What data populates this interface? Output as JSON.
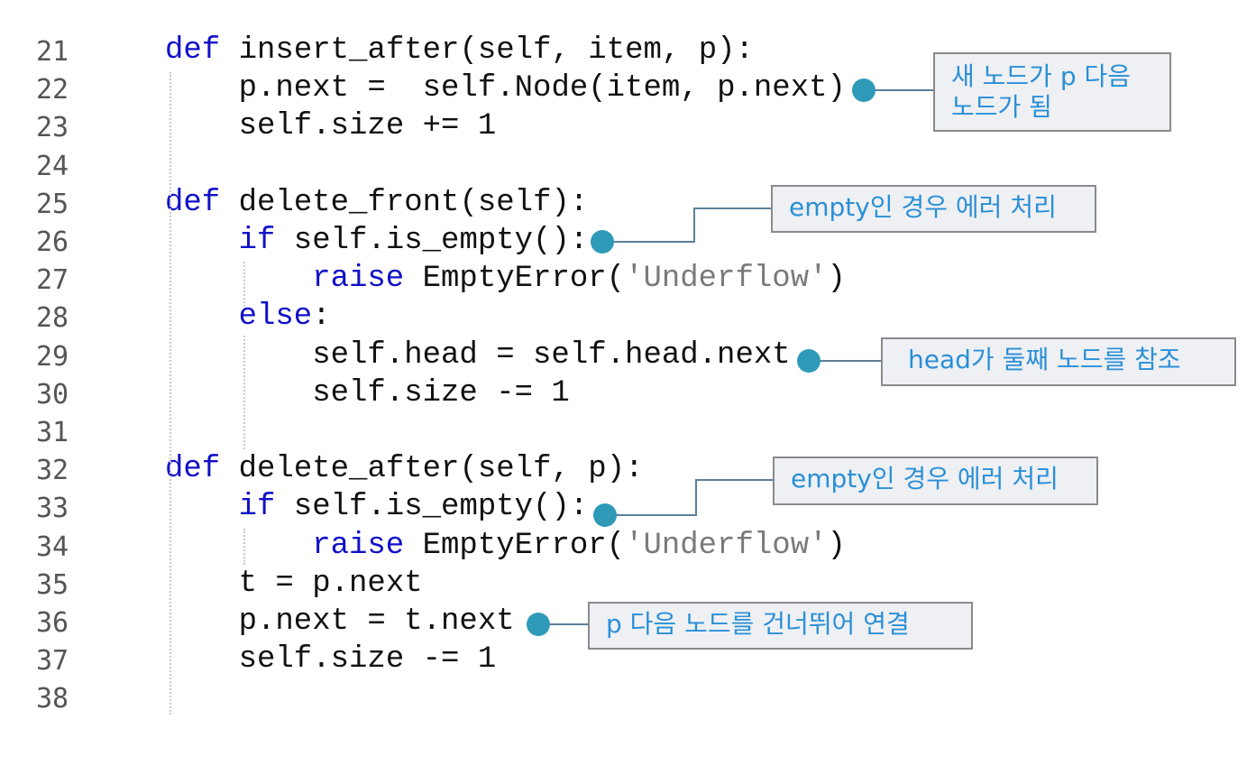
{
  "colors": {
    "keyword": "#1010c8",
    "string": "#7a7a7a",
    "callout_text": "#2a8fd6",
    "dot": "#2e9ab8"
  },
  "lines": [
    {
      "num": "21",
      "indent": 1,
      "tokens": [
        {
          "t": "def",
          "k": "kw"
        },
        {
          "t": " insert_after(self, item, p):",
          "k": ""
        }
      ]
    },
    {
      "num": "22",
      "indent": 2,
      "tokens": [
        {
          "t": "p.next =  self.Node(item, p.next)",
          "k": ""
        }
      ]
    },
    {
      "num": "23",
      "indent": 2,
      "tokens": [
        {
          "t": "self.size += 1",
          "k": ""
        }
      ]
    },
    {
      "num": "24",
      "indent": 0,
      "tokens": []
    },
    {
      "num": "25",
      "indent": 1,
      "tokens": [
        {
          "t": "def",
          "k": "kw"
        },
        {
          "t": " delete_front(self):",
          "k": ""
        }
      ]
    },
    {
      "num": "26",
      "indent": 2,
      "tokens": [
        {
          "t": "if",
          "k": "kw"
        },
        {
          "t": " self.is_empty():",
          "k": ""
        }
      ]
    },
    {
      "num": "27",
      "indent": 3,
      "tokens": [
        {
          "t": "raise",
          "k": "kw"
        },
        {
          "t": " EmptyError(",
          "k": ""
        },
        {
          "t": "'Underflow'",
          "k": "str"
        },
        {
          "t": ")",
          "k": ""
        }
      ]
    },
    {
      "num": "28",
      "indent": 2,
      "tokens": [
        {
          "t": "else",
          "k": "kw"
        },
        {
          "t": ":",
          "k": ""
        }
      ]
    },
    {
      "num": "29",
      "indent": 3,
      "tokens": [
        {
          "t": "self.head = self.head.next",
          "k": ""
        }
      ]
    },
    {
      "num": "30",
      "indent": 3,
      "tokens": [
        {
          "t": "self.size -= 1",
          "k": ""
        }
      ]
    },
    {
      "num": "31",
      "indent": 0,
      "tokens": []
    },
    {
      "num": "32",
      "indent": 1,
      "tokens": [
        {
          "t": "def",
          "k": "kw"
        },
        {
          "t": " delete_after(self, p):",
          "k": ""
        }
      ]
    },
    {
      "num": "33",
      "indent": 2,
      "tokens": [
        {
          "t": "if",
          "k": "kw"
        },
        {
          "t": " self.is_empty():",
          "k": ""
        }
      ]
    },
    {
      "num": "34",
      "indent": 3,
      "tokens": [
        {
          "t": "raise",
          "k": "kw"
        },
        {
          "t": " EmptyError(",
          "k": ""
        },
        {
          "t": "'Underflow'",
          "k": "str"
        },
        {
          "t": ")",
          "k": ""
        }
      ]
    },
    {
      "num": "35",
      "indent": 2,
      "tokens": [
        {
          "t": "t = p.next",
          "k": ""
        }
      ]
    },
    {
      "num": "36",
      "indent": 2,
      "tokens": [
        {
          "t": "p.next = t.next",
          "k": ""
        }
      ]
    },
    {
      "num": "37",
      "indent": 2,
      "tokens": [
        {
          "t": "self.size -= 1",
          "k": ""
        }
      ]
    },
    {
      "num": "38",
      "indent": 0,
      "tokens": []
    }
  ],
  "callouts": [
    {
      "text": "새 노드가 p 다음 노드가 됨"
    },
    {
      "text": "empty인 경우 에러 처리"
    },
    {
      "text": "head가 둘째 노드를 참조"
    },
    {
      "text": "empty인 경우 에러 처리"
    },
    {
      "text": "p 다음 노드를 건너뛰어 연결"
    }
  ]
}
